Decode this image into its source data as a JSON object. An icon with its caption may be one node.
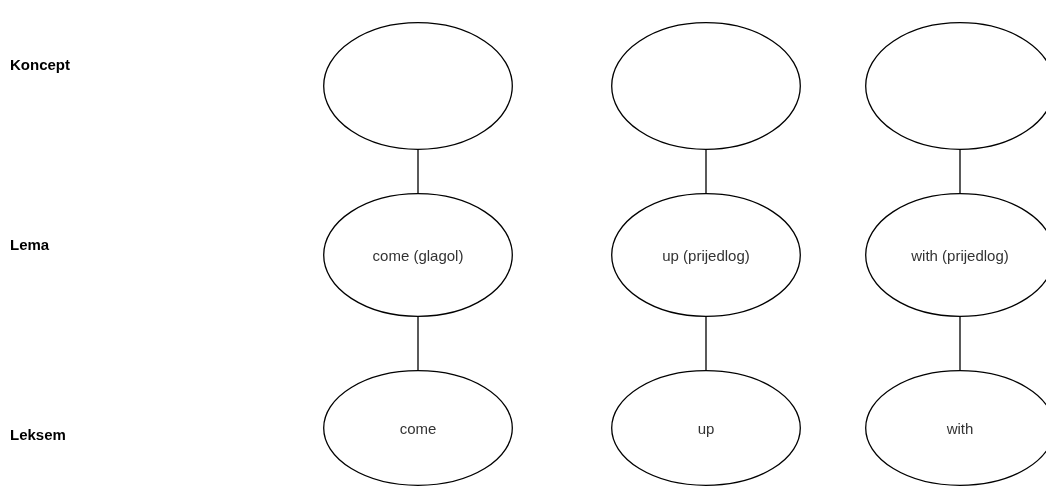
{
  "diagram": {
    "nodes": [
      {
        "text": [],
        "shape": "ellipse"
      },
      {
        "text": [],
        "shape": "ellipse"
      },
      {
        "text": [],
        "shape": "ellipse"
      },
      {
        "text": [
          "come (glagol)"
        ]
      },
      {
        "text": [
          "up (prijedlog)"
        ]
      },
      {
        "text": [
          "with (prijedlog)"
        ]
      },
      {
        "text": [
          "come"
        ]
      },
      {
        "text": [
          "up"
        ]
      },
      {
        "text": [
          "with"
        ]
      }
    ],
    "edges": [
      {
        "from": 0,
        "to": 3,
        "arrow": "none"
      },
      {
        "from": 3,
        "to": 6,
        "arrow": "none"
      },
      {
        "from": 1,
        "to": 4,
        "arrow": "none"
      },
      {
        "from": 4,
        "to": 7,
        "arrow": "none"
      },
      {
        "from": 2,
        "to": 5,
        "arrow": "none"
      },
      {
        "from": 5,
        "to": 8,
        "arrow": "none"
      }
    ],
    "labels": [
      "Koncept",
      "Lema",
      "Leksem"
    ]
  }
}
